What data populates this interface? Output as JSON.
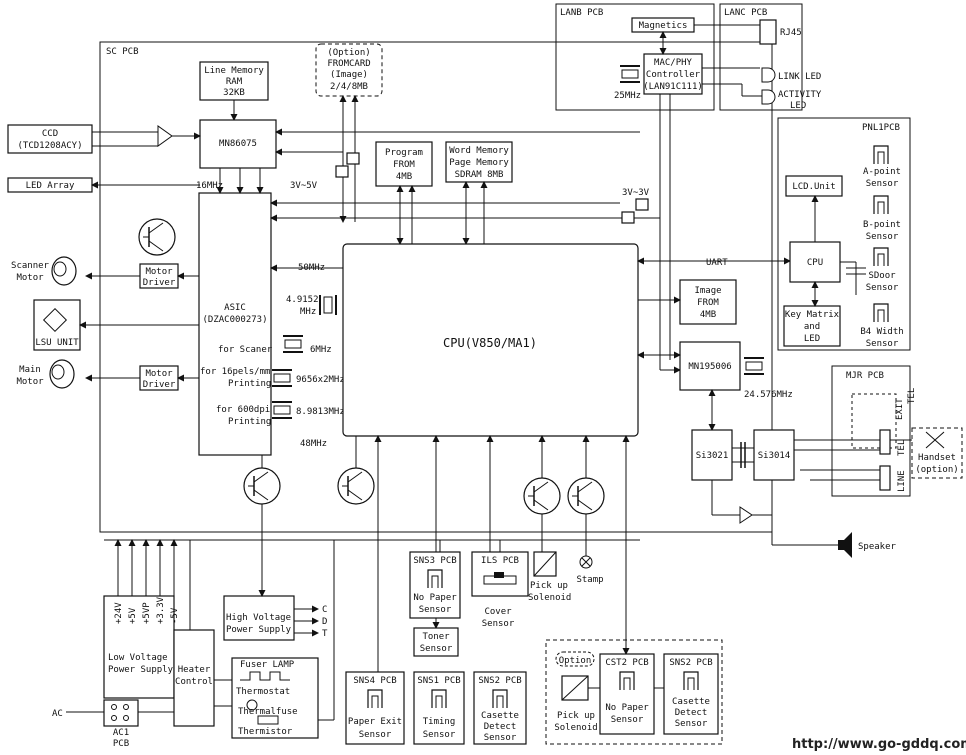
{
  "pcb_labels": {
    "sc": "SC PCB",
    "lanb": "LANB PCB",
    "lanc": "LANC PCB",
    "pnl1": "PNL1PCB",
    "mjr": "MJR PCB",
    "ac1": "AC1",
    "ac1b": "PCB"
  },
  "option_fromcard": [
    "(Option)",
    "FROMCARD",
    "(Image)",
    "2/4/8MB"
  ],
  "line_memory": [
    "Line Memory",
    "RAM",
    "32KB"
  ],
  "mn86075": "MN86075",
  "ccd": [
    "CCD",
    "(TCD1208ACY)"
  ],
  "led_array": "LED Array",
  "freq_16": "16MHz",
  "volt_3v5v": "3V~5V",
  "volt_3v3v": "3V~3V",
  "program_from": [
    "Program",
    "FROM",
    "4MB"
  ],
  "word_memory": [
    "Word Memory",
    "Page Memory",
    "SDRAM 8MB"
  ],
  "magnetics": "Magnetics",
  "rj45": "RJ45",
  "mac_phy": [
    "MAC/PHY",
    "Controller",
    "(LAN91C111)"
  ],
  "freq_25": "25MHz",
  "link_led": "LINK LED",
  "activity_led": [
    "ACTIVITY",
    "LED"
  ],
  "scanner_motor": [
    "Scanner",
    "Motor"
  ],
  "motor_driver": [
    "Motor",
    "Driver"
  ],
  "lsu_unit": "LSU UNIT",
  "main_motor": [
    "Main",
    "Motor"
  ],
  "asic": [
    "ASIC",
    "(DZAC000273)"
  ],
  "asic_scaner": "for Scaner",
  "asic_16pels": [
    "for 16pels/mm",
    "Printing"
  ],
  "asic_600dpi": [
    "for 600dpi",
    "Printing"
  ],
  "freq_50": "50MHz",
  "freq_49152": [
    "4.9152",
    "MHz"
  ],
  "freq_6": "6MHz",
  "freq_9656": "9656x2MHz",
  "freq_89813": "8.9813MHz",
  "freq_48": "48MHz",
  "cpu": "CPU(V850/MA1)",
  "uart": "UART",
  "image_from": [
    "Image",
    "FROM",
    "4MB"
  ],
  "mn195006": "MN195006",
  "freq_24576": "24.576MHz",
  "lcd_unit": "LCD.Unit",
  "pnl_cpu": "CPU",
  "key_matrix": [
    "Key Matrix",
    "and",
    "LED"
  ],
  "a_point": [
    "A-point",
    "Sensor"
  ],
  "b_point": [
    "B-point",
    "Sensor"
  ],
  "sdoor": [
    "SDoor",
    "Sensor"
  ],
  "b4_width": [
    "B4 Width",
    "Sensor"
  ],
  "si3021": "Si3021",
  "si3014": "Si3014",
  "exit": "EXIT",
  "tel_top": "TEL",
  "tel": "TEL",
  "line": "LINE",
  "handset": [
    "Handset",
    "(option)"
  ],
  "speaker": "Speaker",
  "voltages": [
    "+24V",
    "+5V",
    "+5VP",
    "+3.3V",
    "-5V"
  ],
  "lvps": [
    "Low Voltage",
    "Power Supply"
  ],
  "heater": [
    "Heater",
    "Control"
  ],
  "hvps": [
    "High Voltage",
    "Power Supply"
  ],
  "hv_outputs": [
    "C",
    "D",
    "T"
  ],
  "fuser": "Fuser LAMP",
  "thermostat": "Thermostat",
  "thermalfuse": "Thermalfuse",
  "thermistor": "Thermistor",
  "ac": "AC",
  "sns3": [
    "SNS3 PCB",
    "No Paper",
    "Sensor"
  ],
  "toner": [
    "Toner",
    "Sensor"
  ],
  "ils": [
    "ILS PCB",
    "Cover",
    "Sensor"
  ],
  "pickup": [
    "Pick up",
    "Solenoid"
  ],
  "stamp": "Stamp",
  "sns4": [
    "SNS4 PCB",
    "Paper Exit",
    "Sensor"
  ],
  "sns1": [
    "SNS1 PCB",
    "Timing",
    "Sensor"
  ],
  "sns2": [
    "SNS2 PCB",
    "Casette",
    "Detect",
    "Sensor"
  ],
  "option": "Option",
  "cst2": [
    "CST2 PCB",
    "No Paper",
    "Sensor"
  ],
  "sns2_opt": [
    "SNS2 PCB",
    "Casette",
    "Detect",
    "Sensor"
  ],
  "pickup_opt": [
    "Pick up",
    "Solenoid"
  ],
  "url": "http://www.go-gddq.com"
}
